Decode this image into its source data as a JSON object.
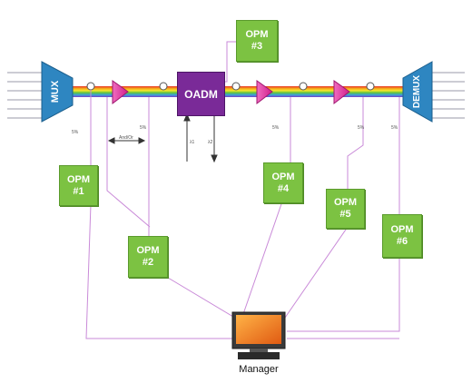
{
  "mux": {
    "label": "MUX",
    "color": "#2e86c1"
  },
  "demux": {
    "label": "DEMUX",
    "color": "#2e86c1"
  },
  "oadm": {
    "label": "OADM",
    "color": "#7a2a98"
  },
  "opm_units": [
    {
      "id": "opm-1",
      "line1": "OPM",
      "line2": "#1"
    },
    {
      "id": "opm-2",
      "line1": "OPM",
      "line2": "#2"
    },
    {
      "id": "opm-3",
      "line1": "OPM",
      "line2": "#3"
    },
    {
      "id": "opm-4",
      "line1": "OPM",
      "line2": "#4"
    },
    {
      "id": "opm-5",
      "line1": "OPM",
      "line2": "#5"
    },
    {
      "id": "opm-6",
      "line1": "OPM",
      "line2": "#6"
    }
  ],
  "tap_labels": [
    "5%",
    "5%",
    "5%",
    "5%",
    "5%"
  ],
  "and_or_label": "And/Or",
  "drop_labels": [
    "λ1",
    "λ2"
  ],
  "manager_label": "Manager",
  "colors": {
    "opm": "#7cc242",
    "link": "#c98ad8",
    "amplifier": "#e040a0"
  }
}
